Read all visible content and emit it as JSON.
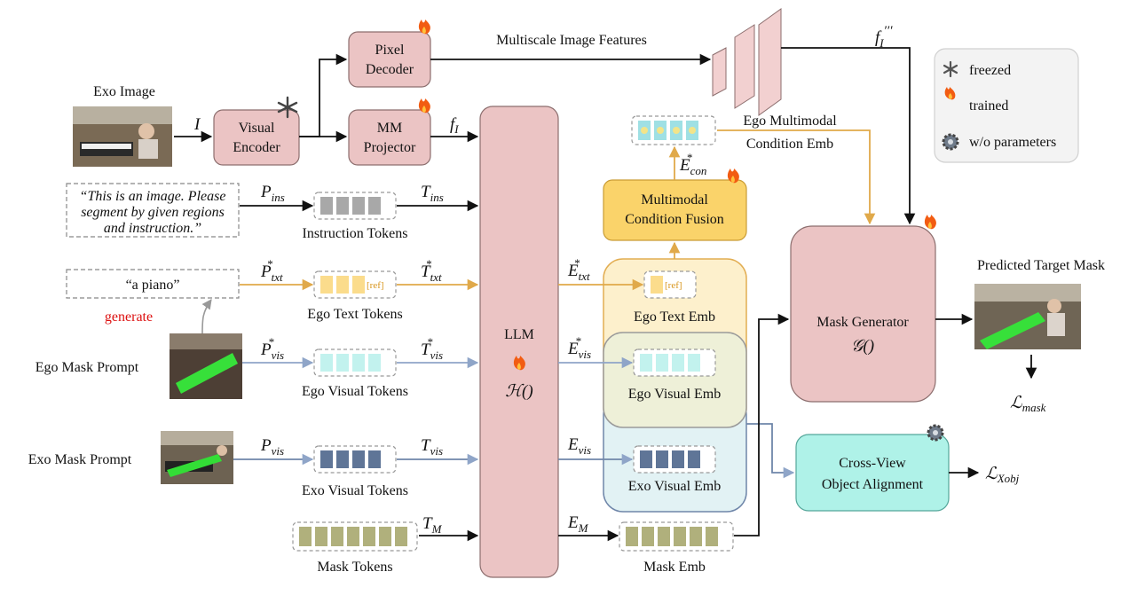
{
  "inputs": {
    "exo_image": "Exo Image",
    "ego_mask_prompt": "Ego Mask Prompt",
    "exo_mask_prompt": "Exo Mask Prompt",
    "instruction_text": [
      "“This is an image. Please",
      "segment by given regions",
      "and instruction.”"
    ],
    "text_prompt": "“a piano”",
    "generate": "generate"
  },
  "modules": {
    "visual_encoder": [
      "Visual",
      "Encoder"
    ],
    "pixel_decoder": [
      "Pixel",
      "Decoder"
    ],
    "mm_projector": [
      "MM",
      "Projector"
    ],
    "llm": "LLM",
    "llm_symbol": "ℋ()",
    "fusion": [
      "Multimodal",
      "Condition Fusion"
    ],
    "mask_generator": "Mask Generator",
    "mask_generator_symbol": "𝒢()",
    "cross_view": [
      "Cross-View",
      "Object Alignment"
    ]
  },
  "labels": {
    "multiscale": "Multiscale Image Features",
    "ego_mm_cond": [
      "Ego Multimodal",
      "Condition Emb"
    ],
    "instruction_tokens": "Instruction Tokens",
    "ego_text_tokens": "Ego Text Tokens",
    "ego_visual_tokens": "Ego Visual Tokens",
    "exo_visual_tokens": "Exo Visual Tokens",
    "mask_tokens": "Mask Tokens",
    "ego_text_emb": "Ego Text Emb",
    "ego_visual_emb": "Ego Visual Emb",
    "exo_visual_emb": "Exo Visual Emb",
    "mask_emb": "Mask Emb",
    "predicted_mask": "Predicted Target Mask",
    "ref": "[ref]"
  },
  "symbols": {
    "I": "I",
    "fI": "f",
    "fI_sub": "I",
    "fI3": "f",
    "fI3_sub": "I",
    "fI3_sup": "′′′",
    "P_ins": "P",
    "P_ins_sub": "ins",
    "T_ins": "T",
    "T_ins_sub": "ins",
    "P_txt": "P",
    "P_txt_sub": "txt",
    "T_txt": "T",
    "T_txt_sub": "txt",
    "P_vis_star": "P",
    "P_vis_star_sub": "vis",
    "T_vis_star": "T",
    "T_vis_star_sub": "vis",
    "P_vis": "P",
    "P_vis_sub": "vis",
    "T_vis": "T",
    "T_vis_sub": "vis",
    "T_M": "T",
    "T_M_sub": "M",
    "E_M": "E",
    "E_M_sub": "M",
    "E_txt": "E",
    "E_txt_sub": "txt",
    "E_vis_star": "E",
    "E_vis_star_sub": "vis",
    "E_vis": "E",
    "E_vis_sub": "vis",
    "E_con": "E",
    "E_con_sub": "con",
    "star": "*",
    "L_mask": "ℒ",
    "L_mask_sub": "mask",
    "L_xobj": "ℒ",
    "L_xobj_sub": "Xobj"
  },
  "legend": {
    "items": [
      {
        "icon": "snowflake-icon",
        "label": "freezed"
      },
      {
        "icon": "fire-icon",
        "label": "trained"
      },
      {
        "icon": "gear-icon",
        "label": "w/o parameters"
      }
    ]
  },
  "colors": {
    "module_pink": "#ebc4c4",
    "fusion_yellow": "#fad36a",
    "crossview_teal": "#aff2e8",
    "arrow_orange": "#e0a94a",
    "arrow_blue": "#8fa5c8",
    "token_gray": "#a8a8a8",
    "token_yellow": "#fbdc8c",
    "token_cyan": "#c2f2ee",
    "token_navy": "#5f7597",
    "token_olive": "#b0b07c"
  }
}
